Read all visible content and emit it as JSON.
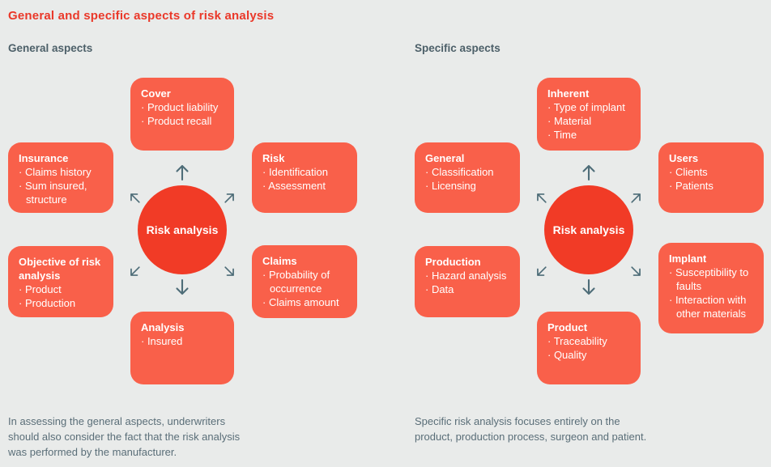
{
  "title": "General and specific aspects of risk analysis",
  "bullet": "·",
  "colors": {
    "background": "#e9ebea",
    "title_red": "#ea3829",
    "box_orange": "#f9604a",
    "circle_red": "#f13b26",
    "slate_text": "#4d6069",
    "caption_text": "#5a6e78",
    "arrow": "#4e6d78",
    "box_text": "#ffffff"
  },
  "general": {
    "header": "General aspects",
    "center_label": "Risk analysis",
    "boxes": {
      "top": {
        "title": "Cover",
        "items": [
          "Product liability",
          "Product recall"
        ]
      },
      "left_upper": {
        "title": "Insurance",
        "items": [
          "Claims history",
          "Sum insured, structure"
        ]
      },
      "right_upper": {
        "title": "Risk",
        "items": [
          "Identification",
          "Assessment"
        ]
      },
      "left_lower": {
        "title": "Objective of risk analysis",
        "items": [
          "Product",
          "Production"
        ]
      },
      "right_lower": {
        "title": "Claims",
        "items": [
          "Probability of occurrence",
          "Claims amount"
        ]
      },
      "bottom": {
        "title": "Analysis",
        "items": [
          "Insured"
        ]
      }
    },
    "caption": "In assessing the general aspects, underwriters\nshould also consider the fact that the risk analysis\nwas performed by the manufacturer."
  },
  "specific": {
    "header": "Specific aspects",
    "center_label": "Risk analysis",
    "boxes": {
      "top": {
        "title": "Inherent",
        "items": [
          "Type of implant",
          "Material",
          "Time"
        ]
      },
      "left_upper": {
        "title": "General",
        "items": [
          "Classification",
          "Licensing"
        ]
      },
      "right_upper": {
        "title": "Users",
        "items": [
          "Clients",
          "Patients"
        ]
      },
      "left_lower": {
        "title": "Production",
        "items": [
          "Hazard analysis",
          "Data"
        ]
      },
      "right_lower": {
        "title": "Implant",
        "items": [
          "Susceptibility to faults",
          "Interaction with other materials"
        ]
      },
      "bottom": {
        "title": "Product",
        "items": [
          "Traceability",
          "Quality"
        ]
      }
    },
    "caption": "Specific risk analysis focuses entirely on the\nproduct, production process, surgeon and patient."
  }
}
